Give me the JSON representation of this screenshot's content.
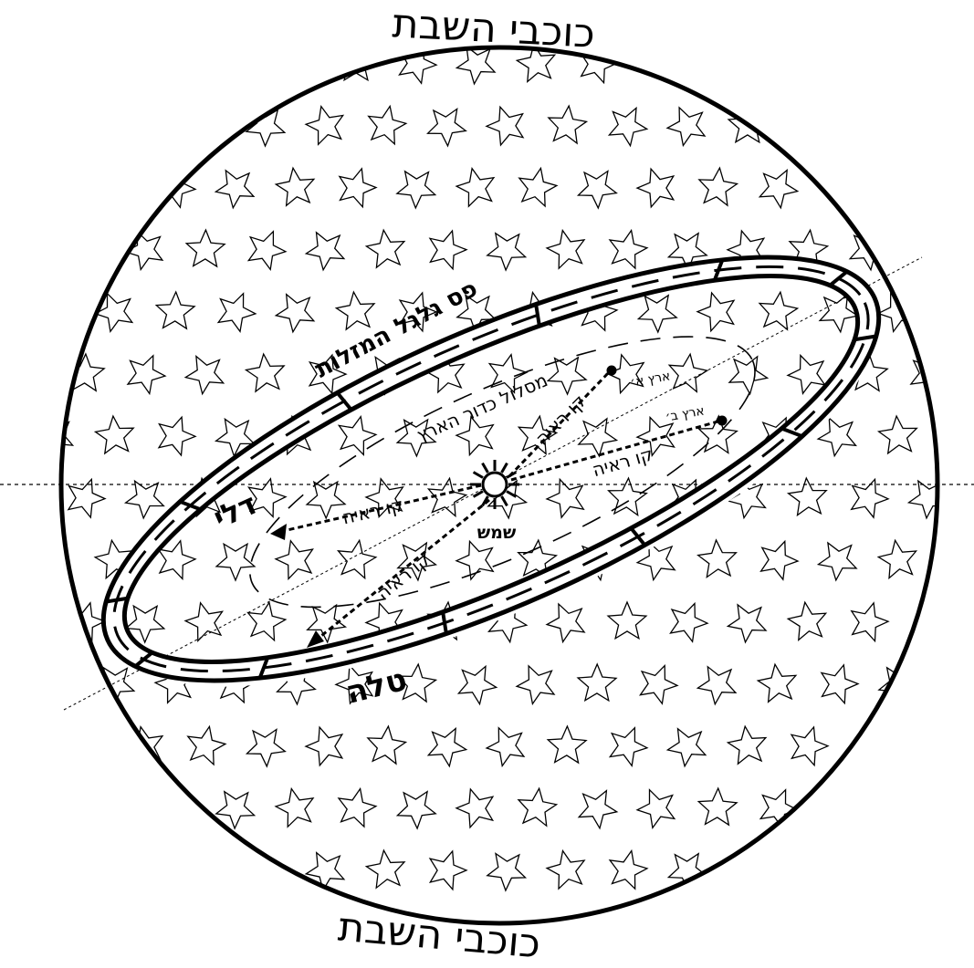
{
  "labels": {
    "top_title": "כוכבי השבת",
    "bottom_title": "כוכבי השבת",
    "zodiac_band": "פס גלגל המזלות",
    "earth_orbit": "מסלול כדור הארץ",
    "sign_left": "דלי",
    "sign_bottom": "טלה",
    "sun": "שמש",
    "earth_a": "ארץ א׳",
    "earth_b": "ארץ ב׳",
    "sight_line": "קו ראיה"
  },
  "colors": {
    "ink": "#000000",
    "background": "#ffffff"
  }
}
